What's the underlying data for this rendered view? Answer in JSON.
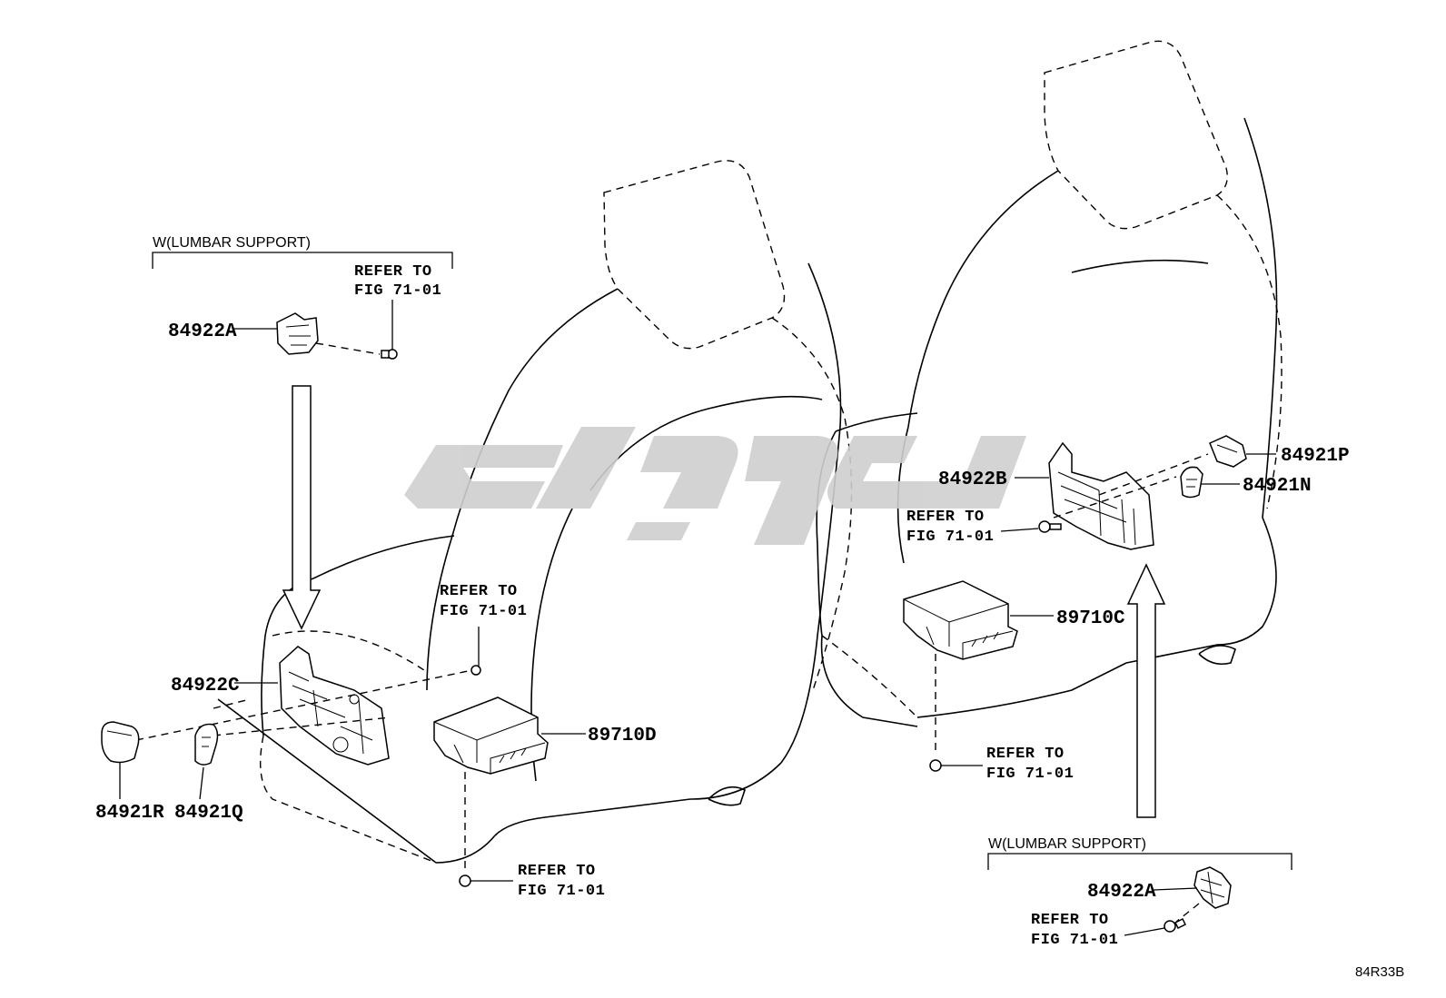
{
  "labels": {
    "left_84922A": "84922A",
    "left_84922C": "84922C",
    "left_84921R": "84921R",
    "left_84921Q": "84921Q",
    "left_89710D": "89710D",
    "right_84922B": "84922B",
    "right_84921P": "84921P",
    "right_84921N": "84921N",
    "right_89710C": "89710C",
    "right_84922A": "84922A"
  },
  "conditions": {
    "left": "W(LUMBAR SUPPORT)",
    "right": "W(LUMBAR SUPPORT)"
  },
  "refer_to": {
    "line1": "REFER TO",
    "line2": "FIG 71-01"
  },
  "diagram_code": "84R33B",
  "watermark": {
    "description": "grey arabic-script logo watermark"
  }
}
